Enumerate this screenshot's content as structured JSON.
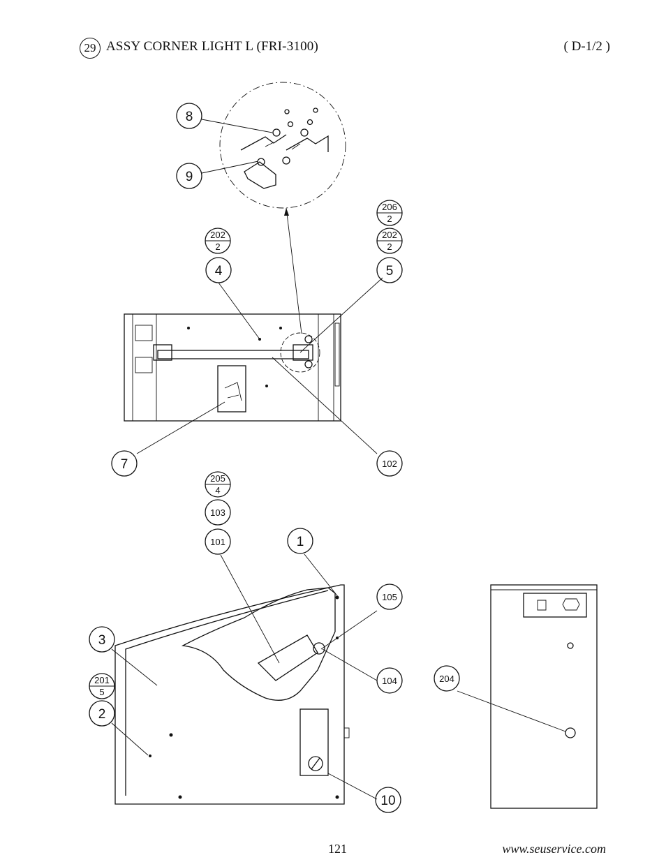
{
  "header": {
    "number": "29",
    "title": "ASSY CORNER LIGHT L (FRI-3100)",
    "code": "( D-1/2 )"
  },
  "callouts": {
    "c1": "1",
    "c2": "2",
    "c3": "3",
    "c4": "4",
    "c5": "5",
    "c7": "7",
    "c8": "8",
    "c9": "9",
    "c10": "10",
    "c101": "101",
    "c102": "102",
    "c103": "103",
    "c104": "104",
    "c105": "105",
    "c204": "204"
  },
  "fraction_callouts": {
    "f201": {
      "top": "201",
      "bottom": "5"
    },
    "f205": {
      "top": "205",
      "bottom": "4"
    },
    "f202a": {
      "top": "202",
      "bottom": "2"
    },
    "f202b": {
      "top": "202",
      "bottom": "2"
    },
    "f206": {
      "top": "206",
      "bottom": "2"
    }
  },
  "footer": {
    "page": "121",
    "url": "www.seuservice.com"
  }
}
